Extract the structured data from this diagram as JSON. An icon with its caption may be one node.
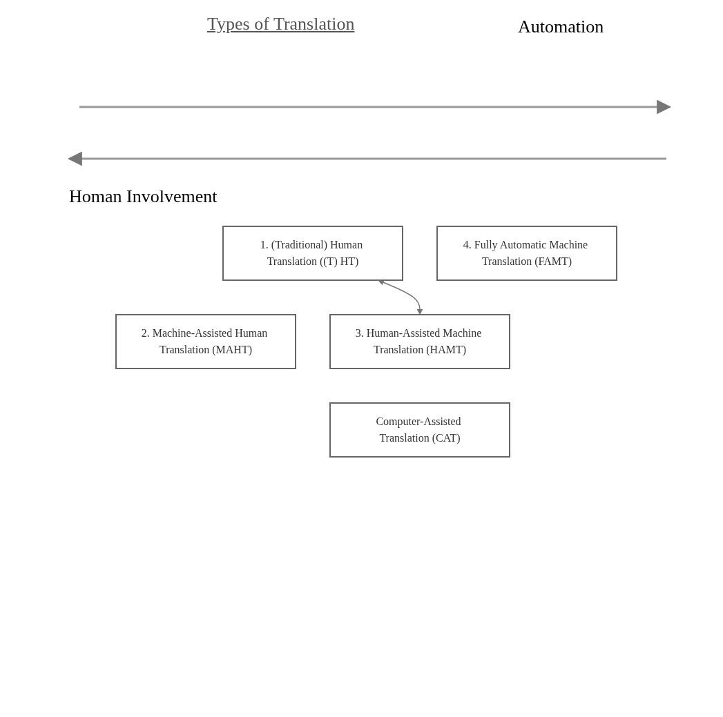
{
  "diagram": {
    "title": "Types of Translation",
    "nodes": [
      {
        "text": [
          "1. (Traditional) Human Translation ((T) HT)"
        ]
      },
      {
        "text": [
          "4. Fully Automatic Machine Translation (FAMT)"
        ]
      },
      {
        "text": [
          "2. Machine-Assisted Human Translation (MAHT)"
        ]
      },
      {
        "text": [
          "3. Human-Assisted Machine Translation (HAMT)"
        ]
      },
      {
        "text": [
          "Computer-Assisted Translation (CAT)"
        ]
      }
    ],
    "edges": [
      {
        "from": 0,
        "to": 3,
        "arrow": "both"
      }
    ],
    "labels": [
      "Automation",
      "Homan Involvement"
    ]
  }
}
